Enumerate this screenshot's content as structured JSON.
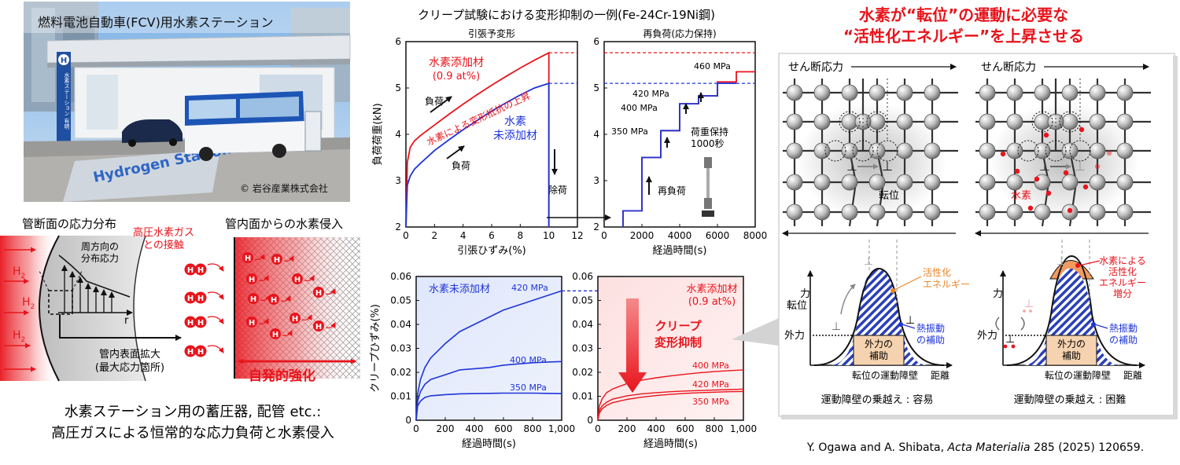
{
  "photo": {
    "title": "燃料電池自動車(FCV)用水素ステーション",
    "copyright": "© 岩谷産業株式会社",
    "sign_text": "水素ステーション 有明",
    "floor_text": "Hydrogen Station"
  },
  "pipe": {
    "title_left": "管断面の応力分布",
    "title_right": "管内面からの水素侵入",
    "gas_contact": "高圧水素ガス\nとの接触",
    "hoop": "周方向の\n分布応力",
    "r": "r",
    "h2": "H",
    "h2_sub": "2",
    "h_atom": "H",
    "surface": "管内表面拡大\n(最大応力箇所)",
    "strengthen": "自発的強化",
    "caption_line1": "水素ステーション用の蓄圧器, 配管 etc.:",
    "caption_line2": "高圧ガスによる恒常的な応力負荷と水素侵入"
  },
  "chart_data": [
    {
      "type": "line",
      "title": "クリープ試験における変形抑制の一例(Fe-24Cr-19Ni鋼)",
      "panel_title": "引張予変形",
      "xlabel": "引張ひずみ(%)",
      "ylabel": "負荷荷重(kN)",
      "xlim": [
        0,
        12
      ],
      "ylim": [
        2,
        6
      ],
      "xticks": [
        "0",
        "2",
        "4",
        "6",
        "8",
        "10",
        "12"
      ],
      "yticks": [
        "2",
        "3",
        "4",
        "5",
        "6"
      ],
      "series": [
        {
          "name": "水素添加材 (0.9 at%)",
          "color": "#e8141c",
          "x": [
            0,
            0.1,
            0.3,
            0.6,
            1,
            2,
            3,
            4,
            5,
            6,
            7,
            8,
            9,
            10,
            10,
            10.02
          ],
          "y": [
            2.0,
            3.4,
            3.72,
            3.86,
            3.97,
            4.2,
            4.43,
            4.65,
            4.86,
            5.06,
            5.25,
            5.43,
            5.6,
            5.76,
            2.0,
            2.0
          ]
        },
        {
          "name": "水素未添加材",
          "color": "#1f35d8",
          "x": [
            0,
            0.1,
            0.3,
            0.6,
            1,
            2,
            3,
            4,
            5,
            6,
            7,
            8,
            9,
            10,
            10
          ],
          "y": [
            2.0,
            2.9,
            3.1,
            3.25,
            3.37,
            3.65,
            3.88,
            4.1,
            4.3,
            4.5,
            4.68,
            4.85,
            5.0,
            5.1,
            2.0
          ]
        }
      ],
      "annotations": {
        "h_added": "水素添加材",
        "h_added_conc": "(0.9 at%)",
        "h_none_1": "水素",
        "h_none_2": "未添加材",
        "rise": "水素による変形抵抗の上昇",
        "load": "負荷",
        "unload": "除荷"
      }
    },
    {
      "type": "line",
      "panel_title": "再負荷(応力保持)",
      "xlabel": "経過時間(s)",
      "xlim": [
        0,
        8000
      ],
      "ylim": [
        2,
        6
      ],
      "xticks": [
        "0",
        "2000",
        "4000",
        "6000",
        "8000"
      ],
      "yticks": [
        "2",
        "3",
        "4",
        "5",
        "6"
      ],
      "series": [
        {
          "name": "水素添加材",
          "color": "#e8141c",
          "x": [
            1000,
            1000,
            2000,
            2000,
            3000,
            3000,
            4000,
            4000,
            5000,
            5000,
            6000,
            6000,
            7000,
            7000,
            8000
          ],
          "y": [
            2.0,
            2.35,
            2.35,
            3.5,
            3.5,
            4.08,
            4.08,
            4.66,
            4.66,
            4.83,
            4.83,
            5.13,
            5.13,
            5.35,
            5.35
          ]
        },
        {
          "name": "水素未添加材",
          "color": "#1f35d8",
          "x": [
            1000,
            1000,
            2000,
            2000,
            3000,
            3000,
            4000,
            4000,
            5000,
            5000,
            6000,
            6000,
            7000
          ],
          "y": [
            2.0,
            2.35,
            2.35,
            3.5,
            3.5,
            4.08,
            4.08,
            4.66,
            4.66,
            4.83,
            4.83,
            5.1,
            5.1
          ]
        }
      ],
      "ref_lines": {
        "red": 5.76,
        "blue": 5.1
      },
      "annotations": {
        "s350": "350 MPa",
        "s400": "400 MPa",
        "s420": "420 MPa",
        "s460": "460 MPa",
        "hold": "荷重保持\n1000秒",
        "reload": "再負荷"
      }
    },
    {
      "type": "line",
      "panel_title": "水素未添加材",
      "xlabel": "経過時間(s)",
      "ylabel": "クリープひずみ(%)",
      "xlim": [
        0,
        1000
      ],
      "ylim": [
        0,
        0.06
      ],
      "xticks": [
        "0",
        "200",
        "400",
        "600",
        "800",
        "1,000"
      ],
      "yticks": [
        "0",
        "0.01",
        "0.02",
        "0.03",
        "0.04",
        "0.05",
        "0.06"
      ],
      "series": [
        {
          "name": "420 MPa",
          "color": "#1f35d8",
          "x": [
            0,
            10,
            30,
            60,
            100,
            200,
            300,
            400,
            500,
            600,
            700,
            800,
            900,
            1000
          ],
          "y": [
            0,
            0.011,
            0.017,
            0.022,
            0.026,
            0.032,
            0.037,
            0.04,
            0.043,
            0.046,
            0.048,
            0.05,
            0.052,
            0.054
          ]
        },
        {
          "name": "400 MPa",
          "color": "#1f35d8",
          "x": [
            0,
            10,
            30,
            60,
            100,
            200,
            300,
            400,
            500,
            600,
            700,
            800,
            900,
            1000
          ],
          "y": [
            0,
            0.008,
            0.012,
            0.015,
            0.017,
            0.019,
            0.021,
            0.0215,
            0.022,
            0.023,
            0.0235,
            0.024,
            0.0243,
            0.0245
          ]
        },
        {
          "name": "350 MPa",
          "color": "#1f35d8",
          "x": [
            0,
            10,
            30,
            60,
            100,
            200,
            300,
            400,
            500,
            600,
            700,
            800,
            900,
            1000
          ],
          "y": [
            0,
            0.006,
            0.008,
            0.0095,
            0.0102,
            0.0107,
            0.011,
            0.0111,
            0.0112,
            0.0113,
            0.0113,
            0.0113,
            0.0112,
            0.0111
          ]
        }
      ],
      "labels": {
        "s420": "420 MPa",
        "s400": "400 MPa",
        "s350": "350 MPa"
      }
    },
    {
      "type": "line",
      "panel_title": "水素添加材",
      "panel_subtitle": "(0.9 at%)",
      "xlabel": "経過時間(s)",
      "xlim": [
        0,
        1000
      ],
      "ylim": [
        0,
        0.06
      ],
      "xticks": [
        "0",
        "200",
        "400",
        "600",
        "800",
        "1,000"
      ],
      "yticks": [
        "0",
        "0.01",
        "0.02",
        "0.03",
        "0.04",
        "0.05",
        "0.06"
      ],
      "series": [
        {
          "name": "400 MPa",
          "color": "#e8141c",
          "x": [
            0,
            10,
            30,
            60,
            100,
            200,
            300,
            400,
            500,
            600,
            700,
            800,
            900,
            1000
          ],
          "y": [
            0,
            0.006,
            0.009,
            0.0115,
            0.013,
            0.0153,
            0.0167,
            0.0177,
            0.0185,
            0.0192,
            0.0198,
            0.0203,
            0.0207,
            0.021
          ]
        },
        {
          "name": "420 MPa",
          "color": "#e8141c",
          "x": [
            0,
            10,
            30,
            60,
            100,
            200,
            300,
            400,
            500,
            600,
            700,
            800,
            900,
            1000
          ],
          "y": [
            0,
            0.004,
            0.006,
            0.0075,
            0.0088,
            0.0102,
            0.011,
            0.0115,
            0.0119,
            0.0122,
            0.0124,
            0.0126,
            0.0128,
            0.013
          ]
        },
        {
          "name": "350 MPa",
          "color": "#e8141c",
          "x": [
            0,
            10,
            30,
            60,
            100,
            200,
            300,
            400,
            500,
            600,
            700,
            800,
            900,
            1000
          ],
          "y": [
            0,
            0.003,
            0.0048,
            0.0062,
            0.0073,
            0.0087,
            0.0096,
            0.0103,
            0.0108,
            0.0112,
            0.0115,
            0.0117,
            0.0119,
            0.012
          ]
        }
      ],
      "labels": {
        "s400": "400 MPa",
        "s420": "420 MPa",
        "s350": "350 MPa",
        "suppress": "クリープ\n変形抑制"
      }
    }
  ],
  "mechanism": {
    "title_line1": "水素が“転位”の運動に必要な",
    "title_line2": "“活性化エネルギー”を上昇させる",
    "shear": "せん断応力",
    "dislocation": "転位",
    "hydrogen": "水素",
    "force": "力",
    "distance": "距離",
    "external_force": "外力",
    "external_help": "外力の\n補助",
    "thermal_help": "熱振動\nの補助",
    "activation": "活性化\nエネルギー",
    "h_increase": "水素による\n活性化\nエネルギー\n増分",
    "barrier": "転位の運動障壁",
    "easy": "運動障壁の乗越え : 容易",
    "hard": "運動障壁の乗越え : 困難",
    "perp": "⊥"
  },
  "citation": {
    "authors": "Y. Ogawa and A. Shibata, ",
    "journal": "Acta Materialia",
    "rest": " 285 (2025) 120659."
  },
  "colors": {
    "red": "#e8141c",
    "blue": "#1f35d8",
    "orange": "#e8862a",
    "title_red": "#e8141c"
  }
}
